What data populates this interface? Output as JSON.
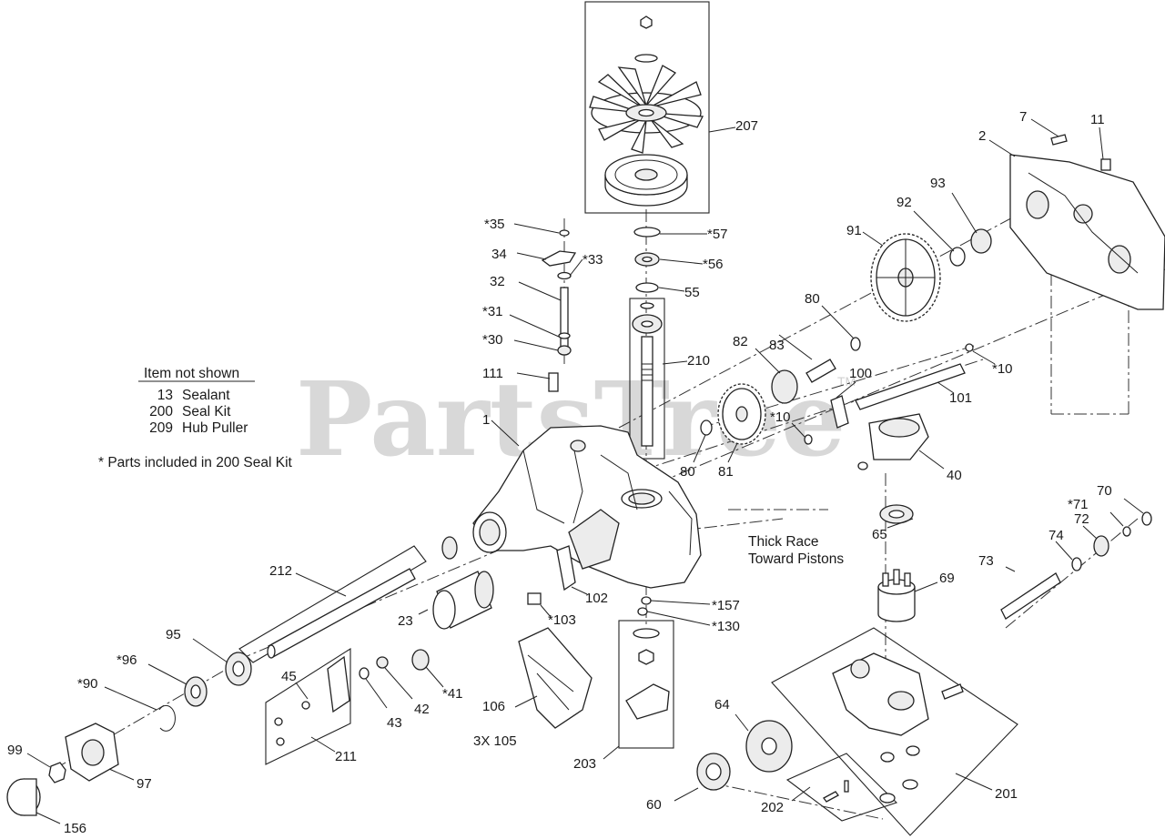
{
  "watermark": {
    "text": "PartsTree",
    "tm": "TM"
  },
  "legend": {
    "heading": "Item not shown",
    "items": [
      {
        "num": "13",
        "desc": "Sealant"
      },
      {
        "num": "200",
        "desc": "Seal Kit"
      },
      {
        "num": "209",
        "desc": "Hub Puller"
      }
    ],
    "footnote": "* Parts included in 200 Seal Kit"
  },
  "note_pistons": {
    "line1": "Thick Race",
    "line2": "Toward Pistons"
  },
  "callouts": {
    "c1": "1",
    "c2": "2",
    "c7": "7",
    "c11": "11",
    "c23": "23",
    "c30": "*30",
    "c31": "*31",
    "c32": "32",
    "c33": "*33",
    "c34": "34",
    "c35": "*35",
    "c40": "40",
    "c41": "*41",
    "c42": "42",
    "c43": "43",
    "c45": "45",
    "c55": "55",
    "c56": "*56",
    "c57": "*57",
    "c60": "60",
    "c64": "64",
    "c65": "65",
    "c69": "69",
    "c70": "70",
    "c71": "*71",
    "c72": "72",
    "c73": "73",
    "c74": "74",
    "c80a": "80",
    "c80b": "80",
    "c81": "81",
    "c82": "82",
    "c83": "83",
    "c90": "*90",
    "c91": "91",
    "c92": "92",
    "c93": "93",
    "c95": "95",
    "c96": "*96",
    "c97": "97",
    "c99": "99",
    "c100": "100",
    "c101": "101",
    "c102": "102",
    "c103": "*103",
    "c105": "3X 105",
    "c106": "106",
    "c10a": "*10",
    "c10b": "*10",
    "c111": "111",
    "c130": "*130",
    "c156": "156",
    "c157": "*157",
    "c201": "201",
    "c202": "202",
    "c203": "203",
    "c207": "207",
    "c210": "210",
    "c211": "211",
    "c212": "212"
  }
}
